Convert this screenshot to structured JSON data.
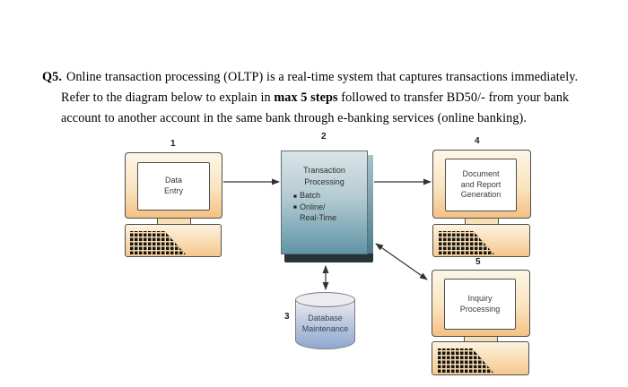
{
  "question": {
    "number": "Q5.",
    "line1": "Online transaction processing (OLTP) is a real-time system that captures transactions immediately.",
    "line2_before_bold": "Refer to the diagram below to explain in ",
    "line2_bold": "max 5 steps",
    "line2_after_bold": " followed to transfer BD50/- from your bank",
    "line3": "account to another account in the same bank through e-banking services (online banking)."
  },
  "diagram": {
    "bullet_glyph": "■",
    "colors": {
      "computer_body_top": "#fdf6e7",
      "computer_body_bottom": "#f4c183",
      "process_box_top": "#d9e4e7",
      "process_box_bottom": "#6094a7",
      "process_box_shadow": "#26333b",
      "cylinder_top": "#ebebf0",
      "cylinder_body_bottom": "#8ea8cf",
      "arrow": "#333333"
    },
    "nodes": {
      "data_entry": {
        "step": "1",
        "screen_label": "Data\nEntry"
      },
      "transaction_processing": {
        "step": "2",
        "title": "Transaction\nProcessing",
        "bullets": {
          "batch": "Batch",
          "online": "Online/\nReal-Time"
        }
      },
      "database_maintenance": {
        "step": "3",
        "label": "Database\nMaintenance"
      },
      "document_report": {
        "step": "4",
        "screen_label": "Document\nand Report\nGeneration"
      },
      "inquiry_processing": {
        "step": "5",
        "screen_label": "Inquiry\nProcessing"
      }
    }
  }
}
